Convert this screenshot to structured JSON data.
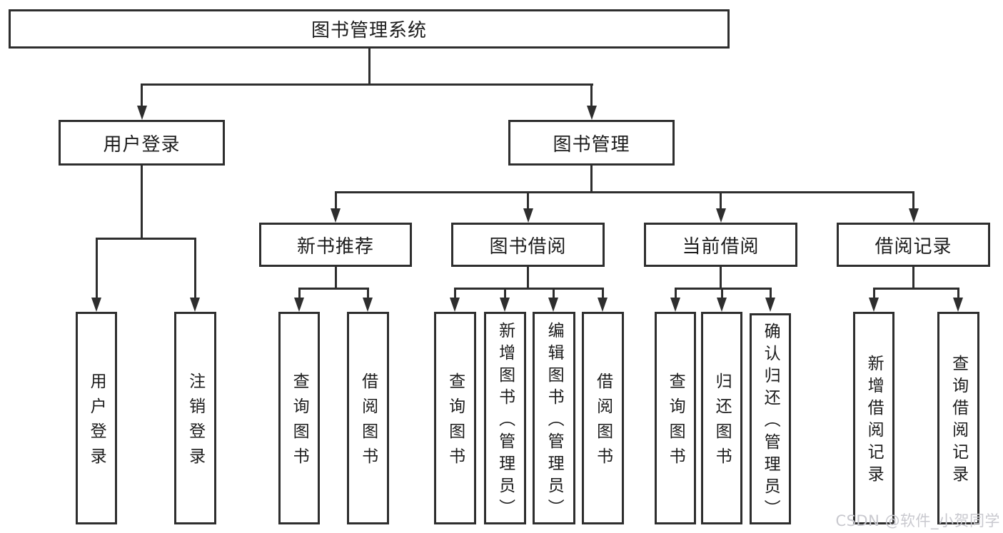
{
  "tree": {
    "root": {
      "label": "图书管理系统"
    },
    "branches": [
      {
        "label": "用户登录",
        "children": [
          {
            "label": "用户登录"
          },
          {
            "label": "注销登录"
          }
        ]
      },
      {
        "label": "图书管理",
        "children": [
          {
            "label": "新书推荐",
            "children": [
              {
                "label": "查询图书"
              },
              {
                "label": "借阅图书"
              }
            ]
          },
          {
            "label": "图书借阅",
            "children": [
              {
                "label": "查询图书"
              },
              {
                "label": "新增图书（管理员）"
              },
              {
                "label": "编辑图书（管理员）"
              },
              {
                "label": "借阅图书"
              }
            ]
          },
          {
            "label": "当前借阅",
            "children": [
              {
                "label": "查询图书"
              },
              {
                "label": "归还图书"
              },
              {
                "label": "确认归还（管理员）"
              }
            ]
          },
          {
            "label": "借阅记录",
            "children": [
              {
                "label": "新增借阅记录"
              },
              {
                "label": "查询借阅记录"
              }
            ]
          }
        ]
      }
    ]
  },
  "watermark": {
    "text": "CSDN @软件_小贺同学"
  },
  "colors": {
    "line": "#2e2e2e",
    "text": "#1c1c1c",
    "watermark": "#c9c9cf"
  }
}
